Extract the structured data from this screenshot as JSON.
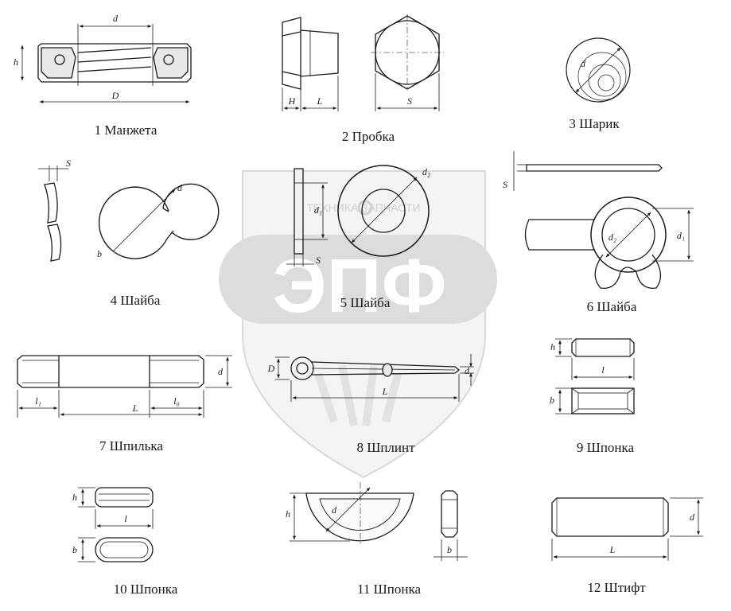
{
  "watermark": {
    "subtitle": "ТЕХНИКА ЗАПЧАСТИ",
    "logo_text": "ЭПФ"
  },
  "parts": [
    {
      "caption": "1 Манжета",
      "dims": [
        "d",
        "h",
        "D"
      ]
    },
    {
      "caption": "2 Пробка",
      "dims": [
        "H",
        "L",
        "S"
      ]
    },
    {
      "caption": "3 Шарик",
      "dims": [
        "d"
      ]
    },
    {
      "caption": "4 Шайба",
      "dims": [
        "S",
        "d",
        "b"
      ]
    },
    {
      "caption": "5 Шайба",
      "dims": [
        "d₁",
        "d₂",
        "S"
      ]
    },
    {
      "caption": "6 Шайба",
      "dims": [
        "S",
        "d₂",
        "d₁"
      ]
    },
    {
      "caption": "7 Шпилька",
      "dims": [
        "d",
        "l₁",
        "L",
        "l₀"
      ]
    },
    {
      "caption": "8 Шплинт",
      "dims": [
        "D",
        "d",
        "L"
      ]
    },
    {
      "caption": "9 Шпонка",
      "dims": [
        "h",
        "l",
        "b"
      ]
    },
    {
      "caption": "10 Шпонка",
      "dims": [
        "h",
        "l",
        "b"
      ]
    },
    {
      "caption": "11 Шпонка",
      "dims": [
        "h",
        "d",
        "b"
      ]
    },
    {
      "caption": "12 Штифт",
      "dims": [
        "d",
        "L"
      ]
    }
  ]
}
